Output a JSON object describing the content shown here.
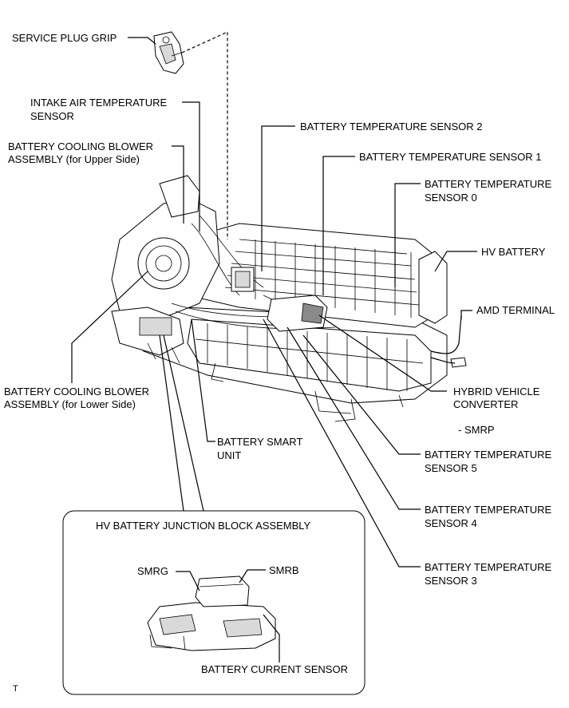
{
  "labels": {
    "service_plug_grip": "SERVICE PLUG GRIP",
    "intake_air_temp_1": "INTAKE AIR TEMPERATURE",
    "intake_air_temp_2": "SENSOR",
    "blower_upper_1": "BATTERY COOLING BLOWER",
    "blower_upper_2": "ASSEMBLY (for Upper Side)",
    "temp_sensor_2": "BATTERY TEMPERATURE SENSOR 2",
    "temp_sensor_1": "BATTERY TEMPERATURE SENSOR 1",
    "temp_sensor_0_1": "BATTERY TEMPERATURE",
    "temp_sensor_0_2": "SENSOR 0",
    "hv_battery": "HV BATTERY",
    "amd_terminal": "AMD TERMINAL",
    "blower_lower_1": "BATTERY COOLING BLOWER",
    "blower_lower_2": "ASSEMBLY (for Lower Side)",
    "hybrid_converter_1": "HYBRID VEHICLE",
    "hybrid_converter_2": "CONVERTER",
    "smart_unit_1": "BATTERY SMART",
    "smart_unit_2": "UNIT",
    "smrp": "- SMRP",
    "temp_sensor_5_1": "BATTERY TEMPERATURE",
    "temp_sensor_5_2": "SENSOR 5",
    "temp_sensor_4_1": "BATTERY TEMPERATURE",
    "temp_sensor_4_2": "SENSOR 4",
    "temp_sensor_3_1": "BATTERY TEMPERATURE",
    "temp_sensor_3_2": "SENSOR 3",
    "junction_block": "HV BATTERY JUNCTION BLOCK ASSEMBLY",
    "smrg": "SMRG",
    "smrb": "SMRB",
    "current_sensor": "BATTERY CURRENT SENSOR",
    "corner_mark": "T"
  }
}
